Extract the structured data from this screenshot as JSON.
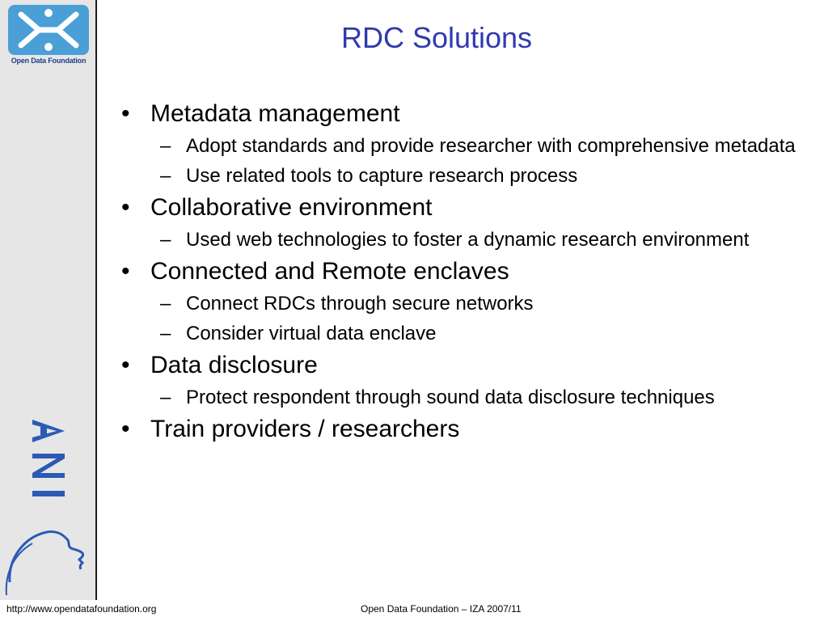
{
  "logo": {
    "text": "Open Data Foundation"
  },
  "sidebar": {
    "iza_mark": "I Z A"
  },
  "title": "RDC Solutions",
  "bullets": [
    {
      "text": "Metadata management",
      "subs": [
        "Adopt standards and provide researcher with comprehensive metadata",
        "Use related tools to capture research process"
      ]
    },
    {
      "text": "Collaborative environment",
      "subs": [
        "Used web technologies to foster a dynamic research environment"
      ]
    },
    {
      "text": "Connected and Remote enclaves",
      "subs": [
        "Connect RDCs through secure networks",
        "Consider virtual data enclave"
      ]
    },
    {
      "text": "Data disclosure",
      "subs": [
        "Protect respondent through sound data disclosure techniques"
      ]
    },
    {
      "text": "Train providers / researchers",
      "subs": []
    }
  ],
  "markers": {
    "bullet": "•",
    "sub": "–"
  },
  "footer": {
    "left": "http://www.opendatafoundation.org",
    "center": "Open Data Foundation – IZA 2007/11"
  },
  "colors": {
    "title": "#2f3ab0",
    "logo_blue": "#4a9fd6",
    "logo_text": "#1f3f8a",
    "sidebar": "#e6e6e6"
  }
}
